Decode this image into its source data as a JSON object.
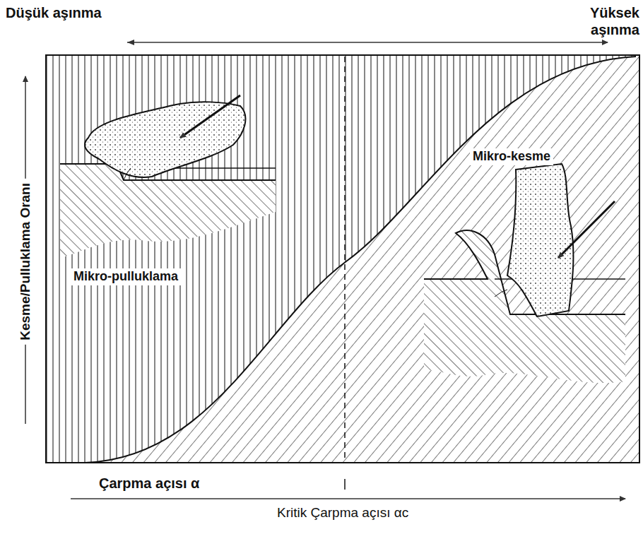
{
  "diagram": {
    "labels": [
      "Düşük aşınma",
      "Yüksek aşınma",
      "Kesme/Pulluklama Oranı",
      "Mikro-pulluklama",
      "Mikro-kesme",
      "Çarpma açısı α",
      "Kritik Çarpma açısı αc"
    ]
  }
}
